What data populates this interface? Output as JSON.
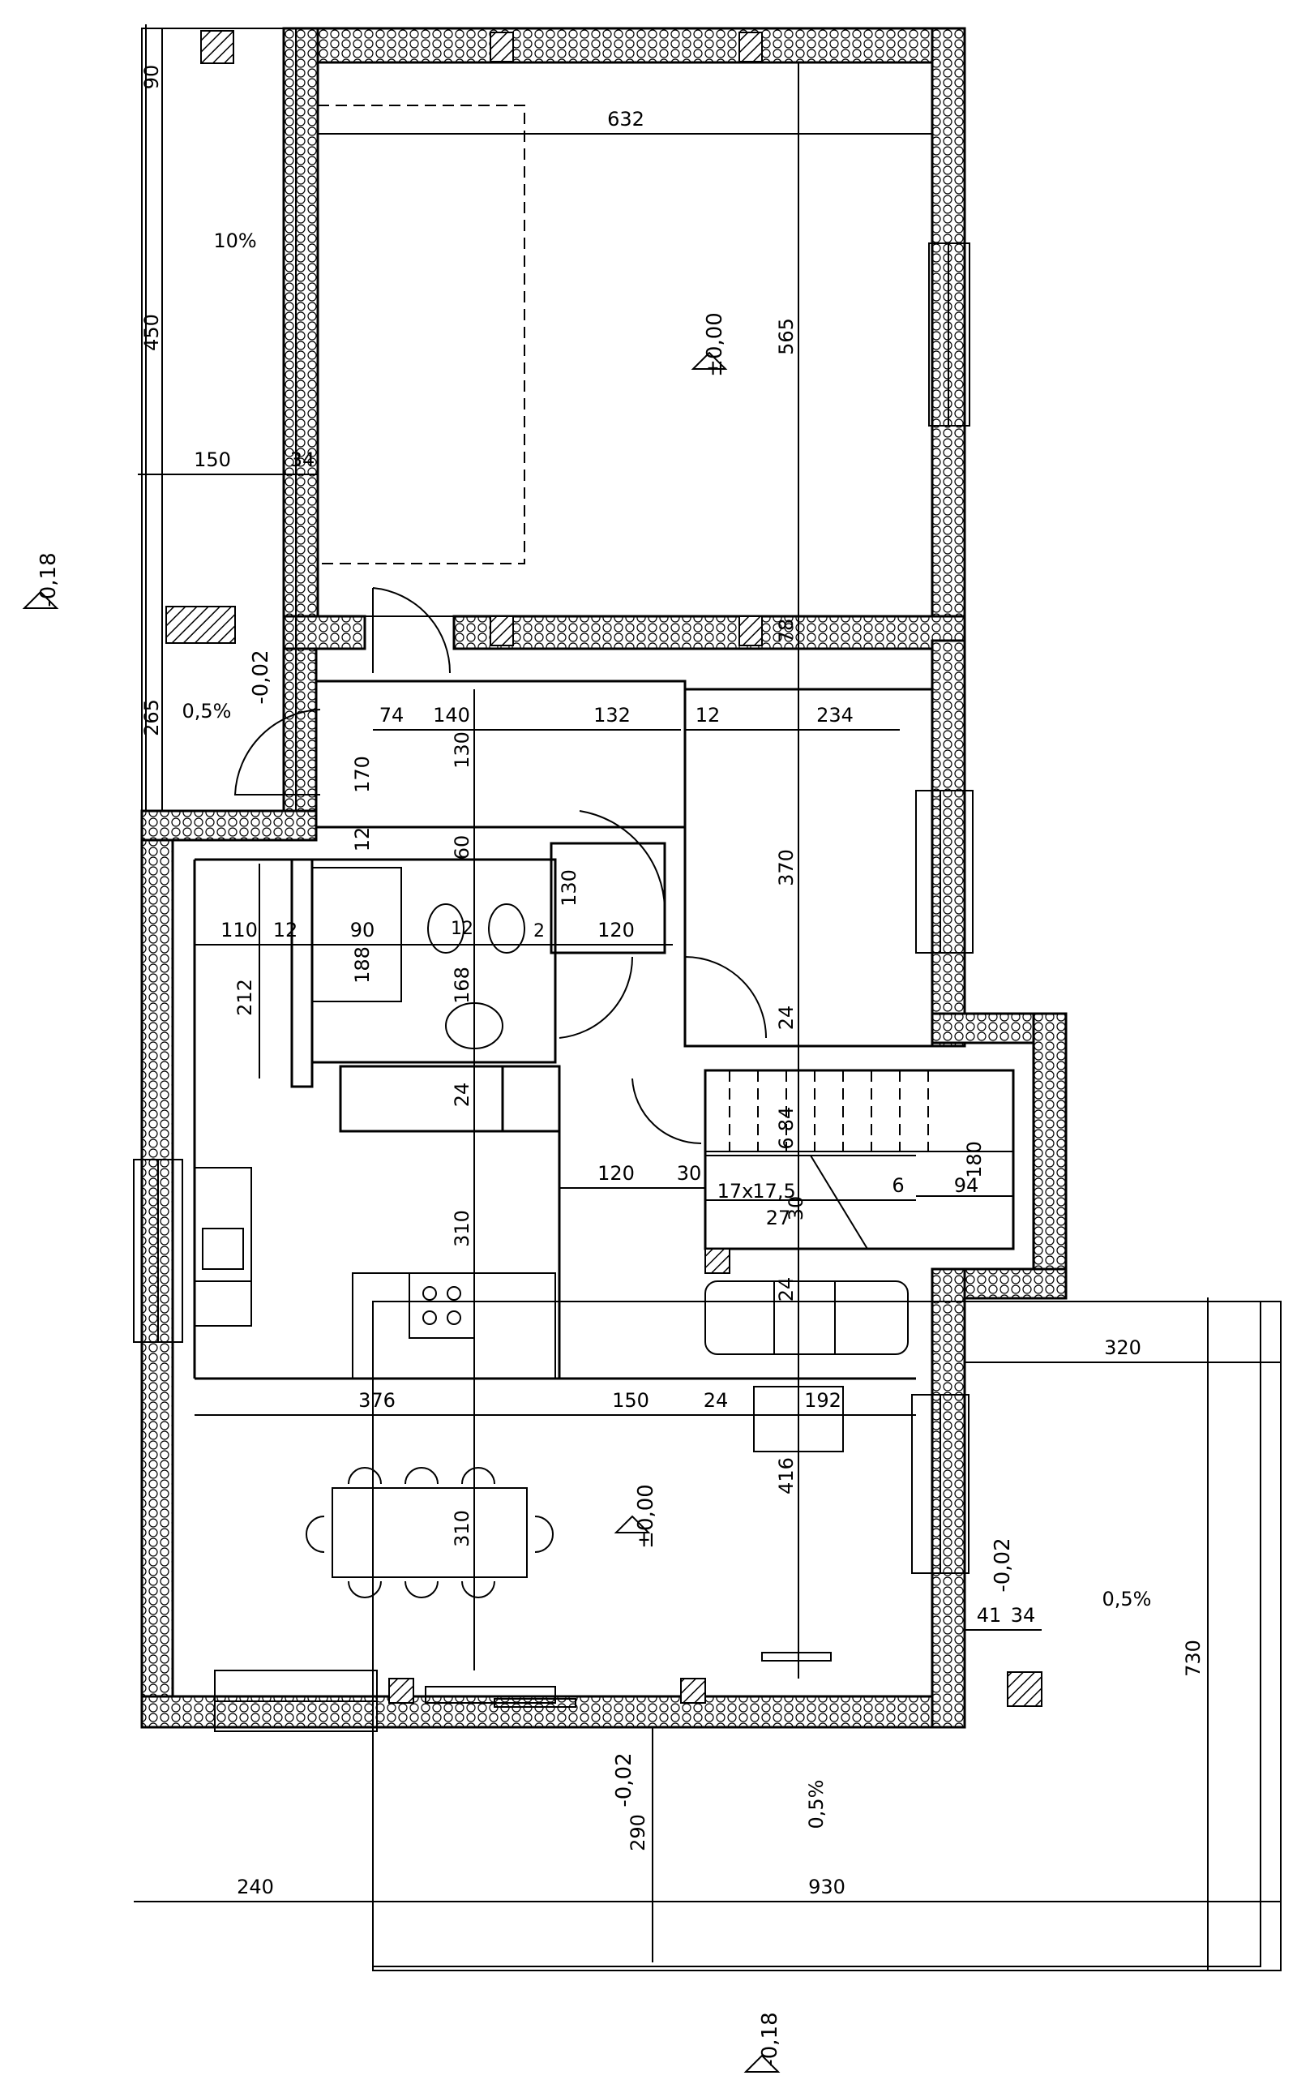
{
  "dimensions": {
    "d90": "90",
    "d632": "632",
    "d450": "450",
    "d565": "565",
    "d150a": "150",
    "d34a": "34",
    "d78": "78",
    "d265": "265",
    "d74": "74",
    "d140": "140",
    "d132": "132",
    "d12a": "12",
    "d234": "234",
    "d170": "170",
    "d130a": "130",
    "d12b": "12",
    "d60": "60",
    "d130b": "130",
    "d370": "370",
    "d110": "110",
    "d12c": "12",
    "d90b": "90",
    "d12d": "12",
    "d2": "2",
    "d120a": "120",
    "d212": "212",
    "d188": "188",
    "d168": "168",
    "d24a": "24",
    "d24b": "24",
    "d84": "84",
    "d6a": "6",
    "d180": "180",
    "d120b": "120",
    "d30a": "30",
    "d17x": "17x",
    "d175": "17,5",
    "d6b": "6",
    "d94": "94",
    "d27": "27",
    "d30b": "30",
    "d310a": "310",
    "d24c": "24",
    "d320": "320",
    "d376": "376",
    "d150b": "150",
    "d24d": "24",
    "d192": "192",
    "d416": "416",
    "d310b": "310",
    "d41": "41",
    "d34b": "34",
    "d730": "730",
    "d290": "290",
    "d240": "240",
    "d930": "930"
  },
  "levels": {
    "l_018_left": "-0,18",
    "l_000_garage": "±0,00",
    "l_002_porch": "-0,02",
    "l_000_living": "±0,00",
    "l_002_right": "-0,02",
    "l_002_bottom": "-0,02",
    "l_018_bottom": "-0,18"
  },
  "slopes": {
    "s10": "10%",
    "s05a": "0,5%",
    "s05b": "0,5%",
    "s05c": "0,5%"
  }
}
